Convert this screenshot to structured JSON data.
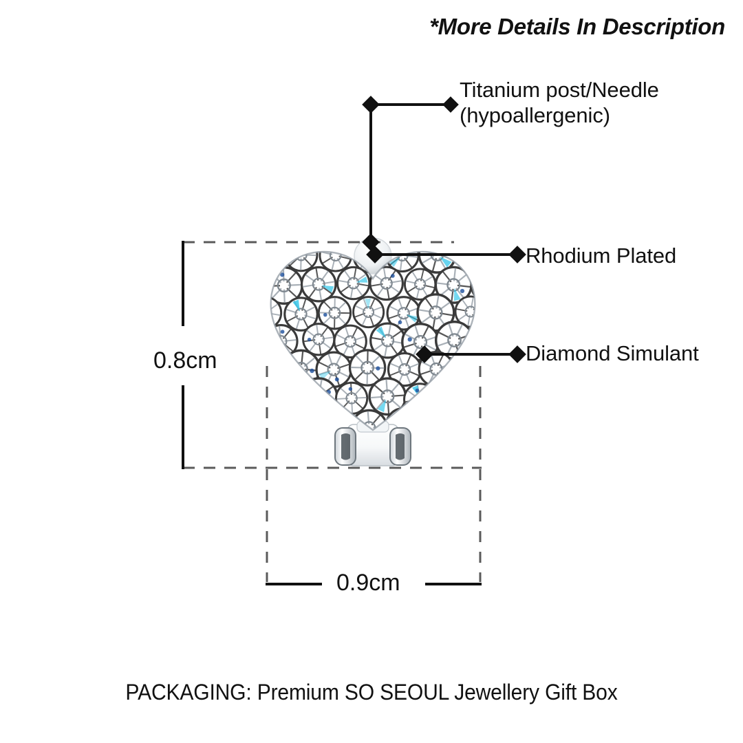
{
  "header": {
    "note": "*More Details In Description"
  },
  "product": {
    "name": "pave-heart-clip-earring",
    "shape": "heart",
    "stone_color": "#ffffff",
    "outline_color": "#3a3a3a",
    "sparkle_color": "#29c3e8",
    "accent_blue": "#1b4f9c",
    "metal_color": "#e9ecef"
  },
  "callouts": [
    {
      "id": "titanium",
      "label": "Titanium post/Needle\n(hypoallergenic)",
      "marker": "diamond-marker"
    },
    {
      "id": "rhodium",
      "label": "Rhodium Plated",
      "marker": "diamond-marker"
    },
    {
      "id": "simulant",
      "label": "Diamond Simulant",
      "marker": "diamond-marker"
    }
  ],
  "dimensions": {
    "height": "0.8cm",
    "width": "0.9cm",
    "guide_color": "#5a5a5a",
    "line_color": "#111111"
  },
  "footer": {
    "packaging": "PACKAGING: Premium SO SEOUL Jewellery Gift Box"
  }
}
